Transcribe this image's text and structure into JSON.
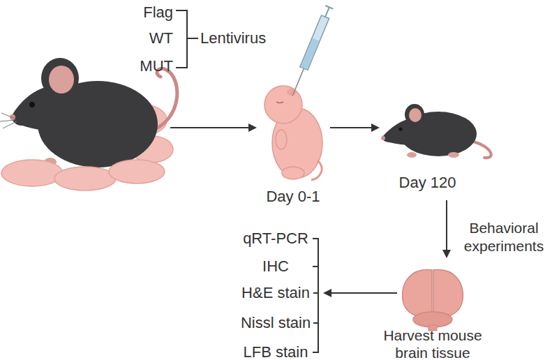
{
  "diagram": {
    "nodes": [
      {
        "text": [
          "Day 0-1"
        ]
      },
      {
        "text": [
          "Day 120"
        ]
      },
      {
        "text": [
          "Harvest mouse brain tissue"
        ]
      },
      {
        "text": [
          "qRT-PCR",
          "IHC",
          "H&E stain",
          "Nissl stain",
          "LFB stain"
        ]
      }
    ],
    "edges": [
      {
        "from": 0,
        "to": 1,
        "arrow": "to"
      },
      {
        "from": 1,
        "to": 2,
        "label": "Behavioral experiments",
        "arrow": "to"
      },
      {
        "from": 2,
        "to": 3,
        "arrow": "to"
      }
    ],
    "labels": [
      "Flag",
      "WT",
      "MUT",
      "Lentivirus"
    ]
  }
}
